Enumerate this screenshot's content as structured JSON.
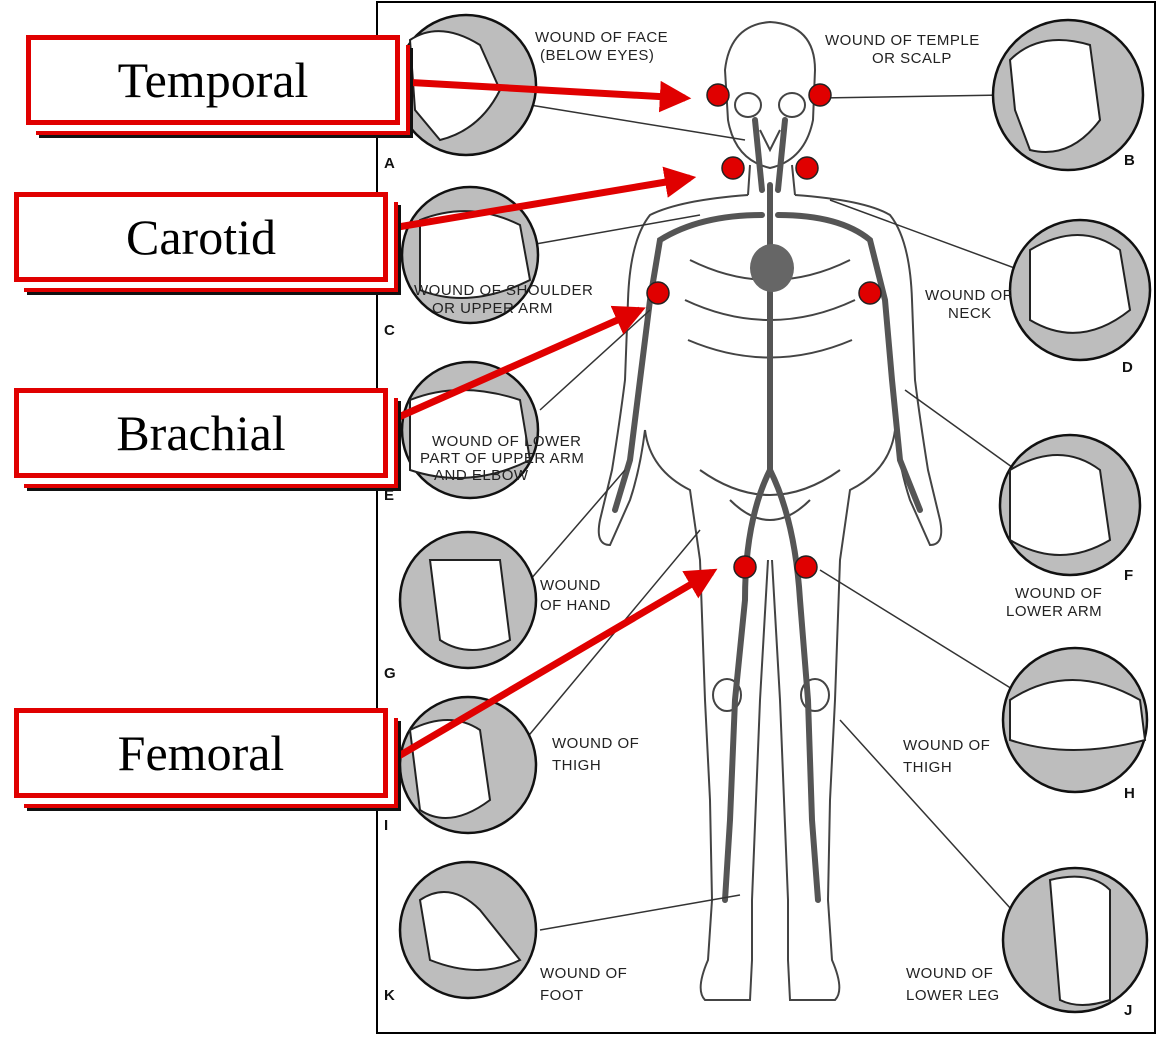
{
  "callouts": {
    "temporal": "Temporal",
    "carotid": "Carotid",
    "brachial": "Brachial",
    "femoral": "Femoral"
  },
  "panels": {
    "A": {
      "letter": "A",
      "line1": "WOUND OF FACE",
      "line2": "(BELOW EYES)"
    },
    "B": {
      "letter": "B",
      "line1": "WOUND OF TEMPLE",
      "line2": "OR SCALP"
    },
    "C": {
      "letter": "C",
      "line1": "WOUND OF SHOULDER",
      "line2": "OR UPPER ARM"
    },
    "D": {
      "letter": "D",
      "line1": "WOUND OF",
      "line2": "NECK"
    },
    "E": {
      "letter": "E",
      "line1": "WOUND OF LOWER",
      "line2": "PART OF UPPER ARM",
      "line3": "AND ELBOW"
    },
    "F": {
      "letter": "F",
      "line1": "WOUND OF",
      "line2": "LOWER ARM"
    },
    "G": {
      "letter": "G",
      "line1": "WOUND",
      "line2": "OF HAND"
    },
    "H": {
      "letter": "H",
      "line1": "WOUND OF",
      "line2": "THIGH"
    },
    "I": {
      "letter": "I",
      "line1": "WOUND OF",
      "line2": "THIGH"
    },
    "J": {
      "letter": "J",
      "line1": "WOUND OF",
      "line2": "LOWER LEG"
    },
    "K": {
      "letter": "K",
      "line1": "WOUND OF",
      "line2": "FOOT"
    }
  },
  "colors": {
    "accent": "#e00000",
    "artery": "#555555",
    "panel_gray": "#bdbdbd"
  }
}
